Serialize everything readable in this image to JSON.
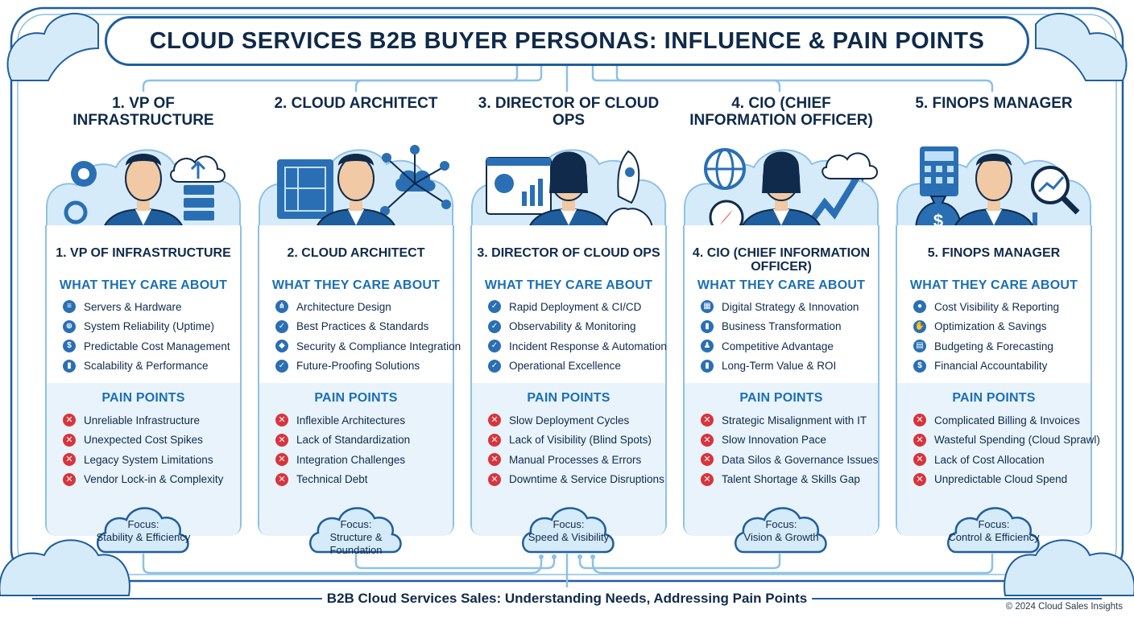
{
  "title": "CLOUD SERVICES B2B BUYER PERSONAS: INFLUENCE & PAIN POINTS",
  "footer": "B2B Cloud Services Sales: Understanding Needs, Addressing Pain Points",
  "copyright": "© 2024 Cloud Sales Insights",
  "colors": {
    "navy": "#0f2a4a",
    "accent_blue": "#1b6fb5",
    "border_blue": "#1f5e9e",
    "pain_red": "#d9343c",
    "light_blue": "#d6ebfa"
  },
  "personas": [
    {
      "heading": "1. VP OF INFRASTRUCTURE",
      "name": "1. VP OF INFRASTRUCTURE",
      "illustration_icons": [
        "gear-icon",
        "server-icon",
        "cloud-upload-icon"
      ],
      "care_heading": "WHAT THEY CARE ABOUT",
      "care": [
        {
          "icon": "server-icon",
          "text": "Servers & Hardware"
        },
        {
          "icon": "globe-icon",
          "text": "System Reliability (Uptime)"
        },
        {
          "icon": "dollar-icon",
          "text": "Predictable Cost Management"
        },
        {
          "icon": "bar-chart-icon",
          "text": "Scalability & Performance"
        }
      ],
      "pain_heading": "PAIN POINTS",
      "pain": [
        "Unreliable Infrastructure",
        "Unexpected Cost Spikes",
        "Legacy System Limitations",
        "Vendor Lock-in & Complexity"
      ],
      "focus_label": "Focus:",
      "focus_value": "Stability & Efficiency"
    },
    {
      "heading": "2. CLOUD ARCHITECT",
      "name": "2. CLOUD ARCHITECT",
      "illustration_icons": [
        "blueprint-icon",
        "network-cloud-icon"
      ],
      "care_heading": "WHAT THEY CARE ABOUT",
      "care": [
        {
          "icon": "hierarchy-icon",
          "text": "Architecture Design"
        },
        {
          "icon": "check-icon",
          "text": "Best Practices & Standards"
        },
        {
          "icon": "shield-icon",
          "text": "Security & Compliance Integration"
        },
        {
          "icon": "check-icon",
          "text": "Future-Proofing Solutions"
        }
      ],
      "pain_heading": "PAIN POINTS",
      "pain": [
        "Inflexible Architectures",
        "Lack of Standardization",
        "Integration Challenges",
        "Technical Debt"
      ],
      "focus_label": "Focus:",
      "focus_value": "Structure & Foundation"
    },
    {
      "heading": "3. DIRECTOR OF CLOUD OPS",
      "name": "3. DIRECTOR OF CLOUD OPS",
      "illustration_icons": [
        "dashboard-icon",
        "headset-icon",
        "rocket-icon"
      ],
      "care_heading": "WHAT THEY CARE ABOUT",
      "care": [
        {
          "icon": "check-icon",
          "text": "Rapid Deployment & CI/CD"
        },
        {
          "icon": "check-icon",
          "text": "Observability & Monitoring"
        },
        {
          "icon": "check-icon",
          "text": "Incident Response & Automation"
        },
        {
          "icon": "check-icon",
          "text": "Operational Excellence"
        }
      ],
      "pain_heading": "PAIN POINTS",
      "pain": [
        "Slow Deployment Cycles",
        "Lack of Visibility (Blind Spots)",
        "Manual Processes & Errors",
        "Downtime & Service Disruptions"
      ],
      "focus_label": "Focus:",
      "focus_value": "Speed & Visibility"
    },
    {
      "heading": "4. CIO (CHIEF INFORMATION OFFICER)",
      "name": "4. CIO (CHIEF INFORMATION OFFICER)",
      "illustration_icons": [
        "globe-icon",
        "compass-icon",
        "trend-arrow-icon",
        "cloud-icon"
      ],
      "care_heading": "WHAT THEY CARE ABOUT",
      "care": [
        {
          "icon": "grid-icon",
          "text": "Digital Strategy & Innovation"
        },
        {
          "icon": "bar-chart-icon",
          "text": "Business Transformation"
        },
        {
          "icon": "person-icon",
          "text": "Competitive Advantage"
        },
        {
          "icon": "bar-chart-icon",
          "text": "Long-Term Value & ROI"
        }
      ],
      "pain_heading": "PAIN POINTS",
      "pain": [
        "Strategic Misalignment with IT",
        "Slow Innovation Pace",
        "Data Silos & Governance Issues",
        "Talent Shortage & Skills Gap"
      ],
      "focus_label": "Focus:",
      "focus_value": "Vision & Growth"
    },
    {
      "heading": "5. FINOPS MANAGER",
      "name": "5. FINOPS MANAGER",
      "illustration_icons": [
        "calculator-icon",
        "money-bag-icon",
        "magnifier-chart-icon"
      ],
      "care_heading": "WHAT THEY CARE ABOUT",
      "care": [
        {
          "icon": "coins-icon",
          "text": "Cost Visibility & Reporting"
        },
        {
          "icon": "hand-coin-icon",
          "text": "Optimization & Savings"
        },
        {
          "icon": "budget-icon",
          "text": "Budgeting & Forecasting"
        },
        {
          "icon": "dollar-icon",
          "text": "Financial Accountability"
        }
      ],
      "pain_heading": "PAIN POINTS",
      "pain": [
        "Complicated Billing & Invoices",
        "Wasteful Spending (Cloud Sprawl)",
        "Lack of Cost Allocation",
        "Unpredictable Cloud Spend"
      ],
      "focus_label": "Focus:",
      "focus_value": "Control & Efficiency"
    }
  ]
}
